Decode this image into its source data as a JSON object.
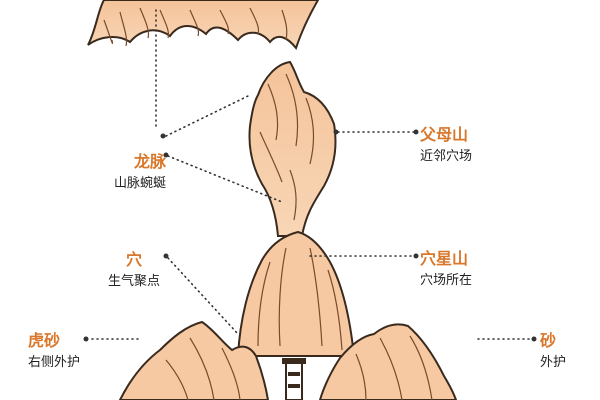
{
  "colors": {
    "title": "#d9772b",
    "text": "#222222",
    "outline": "#3a2a1e",
    "fill": "#f6c9a2",
    "fill_dark": "#e2a278",
    "leader": "#333333"
  },
  "labels": {
    "dragon_vein": {
      "title": "龙脉",
      "sub": "山脉蜿蜒"
    },
    "parent_mountain": {
      "title": "父母山",
      "sub": "近邻穴场"
    },
    "acupoint": {
      "title": "穴",
      "sub": "生气聚点"
    },
    "acupoint_star_mountain": {
      "title": "穴星山",
      "sub": "穴场所在"
    },
    "tiger_sand": {
      "title": "虎砂",
      "sub": "右侧外护"
    },
    "sand": {
      "title": "砂",
      "sub": "外护"
    }
  }
}
